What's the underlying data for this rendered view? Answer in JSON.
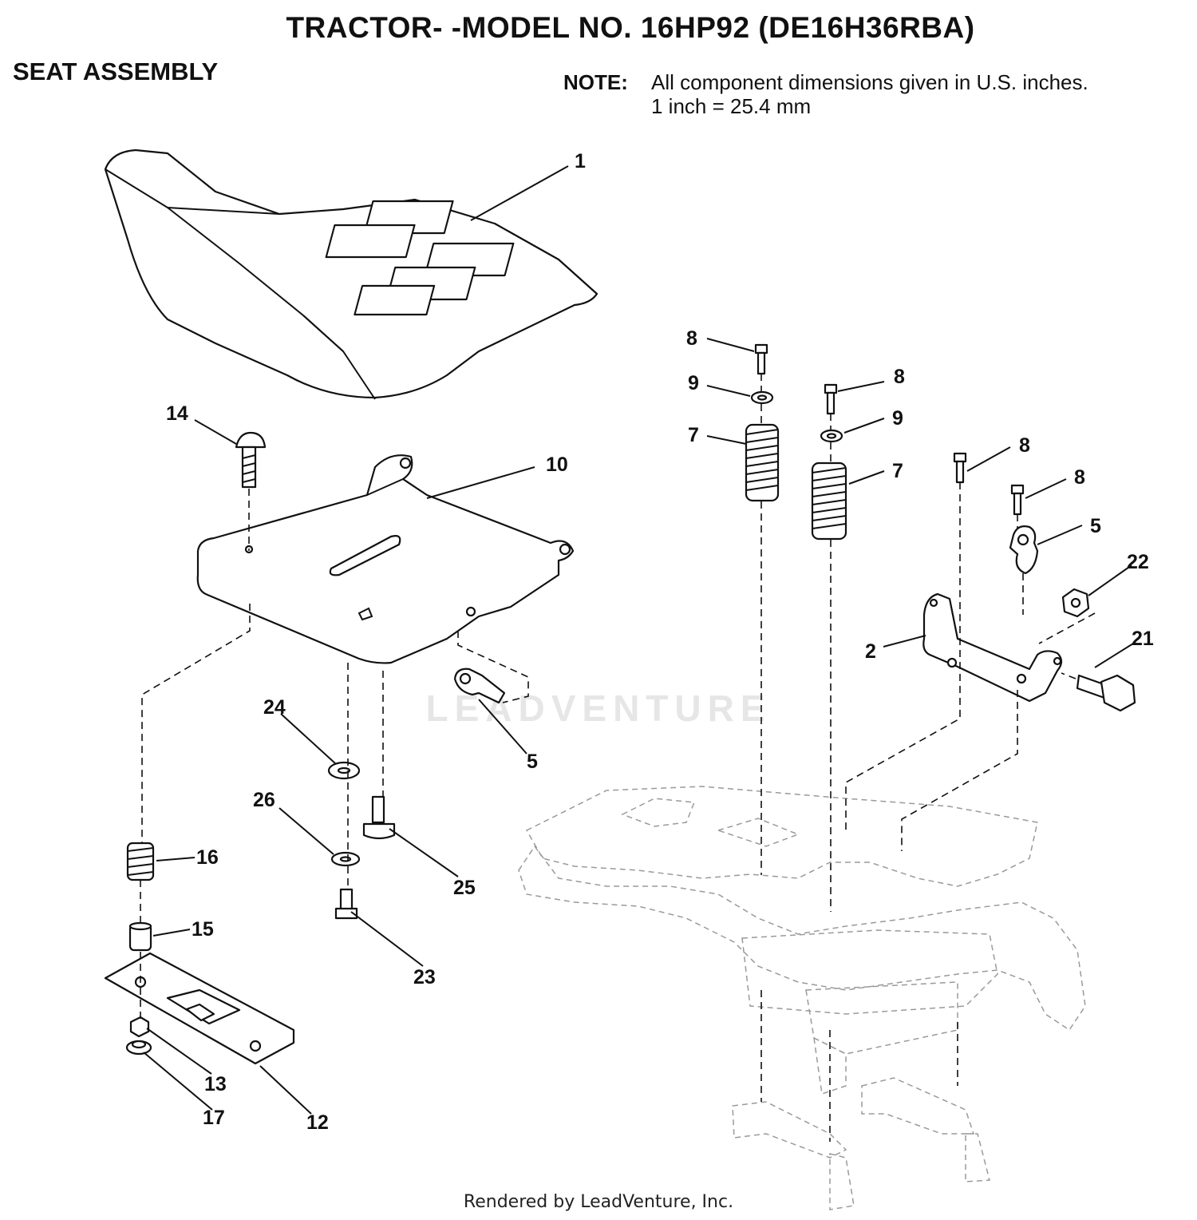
{
  "header": {
    "title": "TRACTOR- -MODEL NO. 16HP92 (DE16H36RBA)",
    "subtitle": "SEAT ASSEMBLY"
  },
  "note": {
    "label": "NOTE:",
    "line1": "All component dimensions given in U.S. inches.",
    "line2": "1 inch = 25.4 mm"
  },
  "watermark": "LEADVENTURE",
  "footer": "Rendered by LeadVenture, Inc.",
  "callouts": {
    "seat": "1",
    "bracket": "2",
    "clip_right": "5",
    "clip_left": "5",
    "spring_left": "7",
    "spring_right": "7",
    "screw_a": "8",
    "screw_b": "8",
    "screw_c": "8",
    "screw_d": "8",
    "washer_a": "9",
    "washer_b": "9",
    "seat_pan": "10",
    "adjust_plate": "12",
    "nut_13": "13",
    "carriage_bolt": "14",
    "spacer": "15",
    "spring_small": "16",
    "nut_17": "17",
    "bolt_21": "21",
    "nut_22": "22",
    "screw_23": "23",
    "washer_24": "24",
    "bolt_25": "25",
    "washer_26": "26"
  }
}
